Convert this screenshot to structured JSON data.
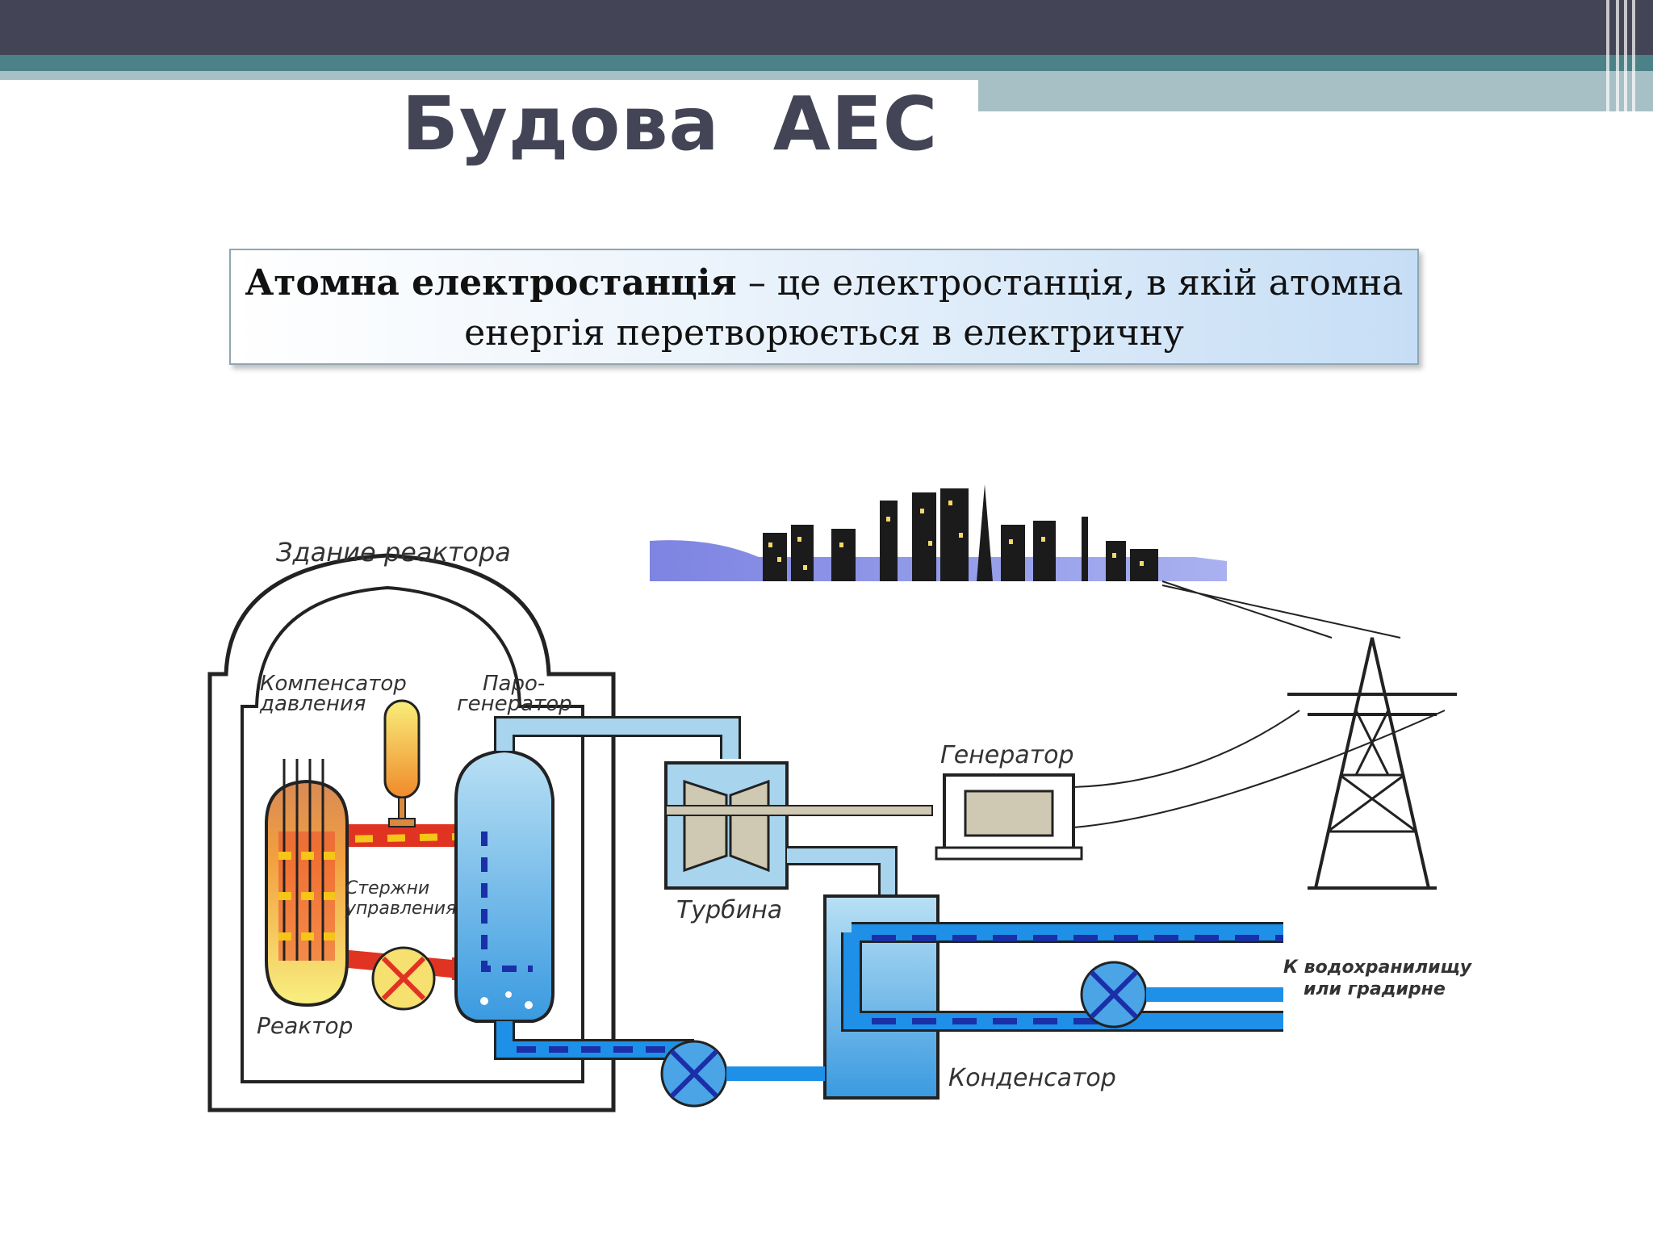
{
  "slide": {
    "title": "Будова  АЕС",
    "definition_term": "Атомна електростанція",
    "definition_rest": " – це електростанція, в якій атомна енергія перетворюється в електричну"
  },
  "diagram": {
    "labels": {
      "building": "Здание реактора",
      "pressurizer_1": "Компенсатор",
      "pressurizer_2": "давления",
      "steamgen_1": "Паро-",
      "steamgen_2": "генератор",
      "rods_1": "Стержни",
      "rods_2": "управления",
      "reactor": "Реактор",
      "turbine": "Турбина",
      "generator": "Генератор",
      "condenser": "Конденсатор",
      "reservoir_1": "К водохранилищу",
      "reservoir_2": "или градирне"
    },
    "colors": {
      "hot_loop": "#e03322",
      "hot_dash": "#f5c518",
      "cold_loop": "#1e90e8",
      "cold_dash": "#1a2fa8",
      "steam": "#a8d4ee",
      "outline": "#222222",
      "city": "#1b1b1b",
      "window": "#f4d86a",
      "sky": "#6d74d8"
    }
  }
}
